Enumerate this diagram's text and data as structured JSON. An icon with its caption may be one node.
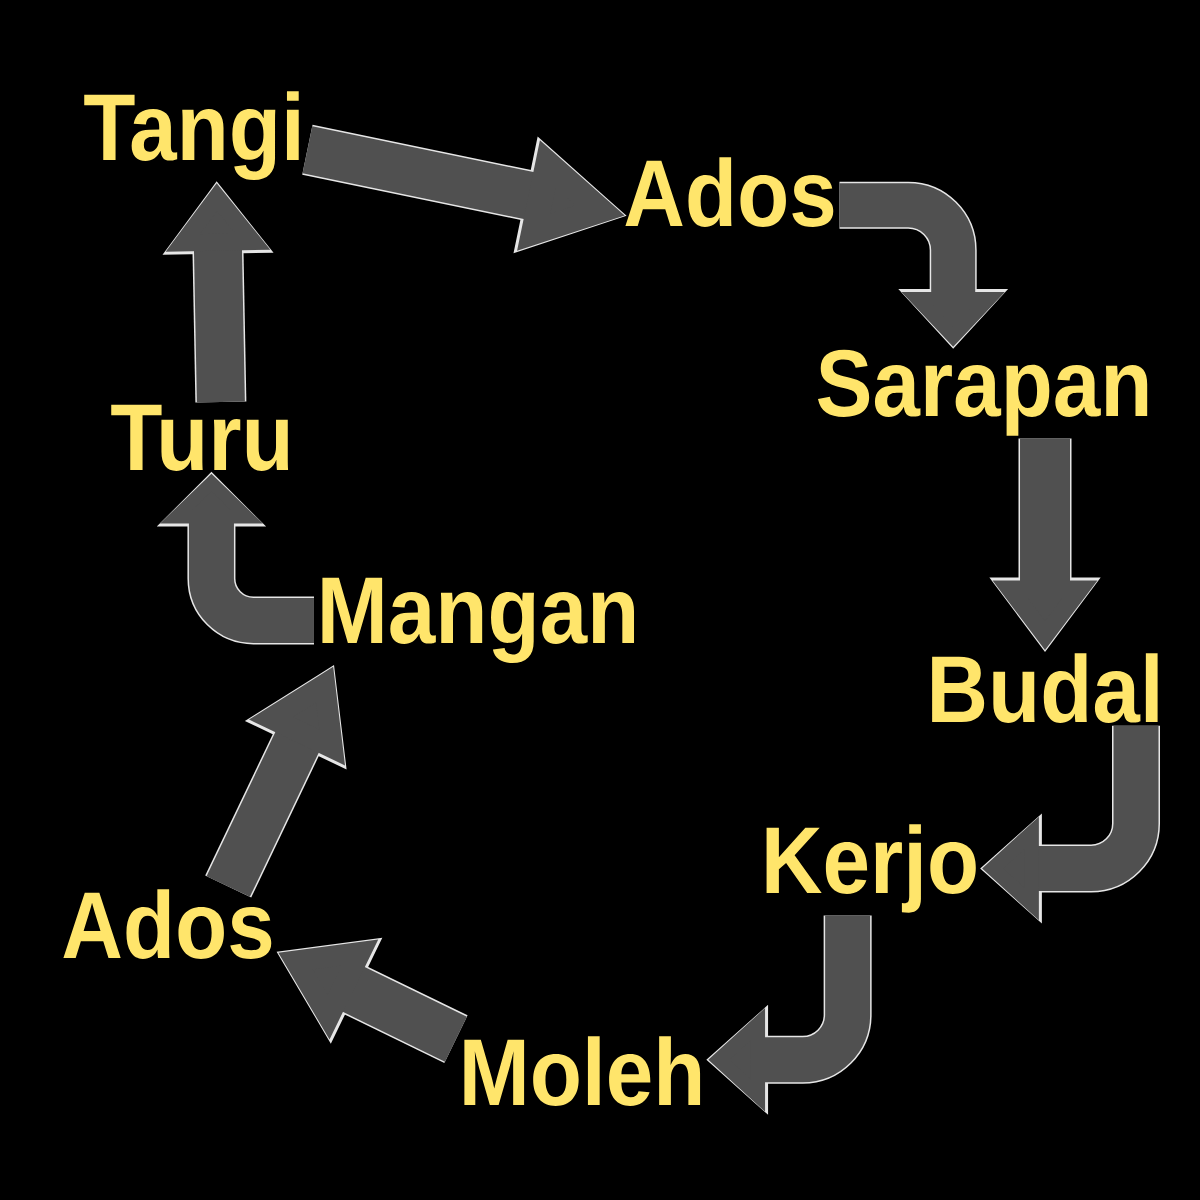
{
  "diagram": {
    "nodes": [
      {
        "text": [
          "Tangi"
        ]
      },
      {
        "text": [
          "Ados"
        ]
      },
      {
        "text": [
          "Sarapan"
        ]
      },
      {
        "text": [
          "Budal"
        ]
      },
      {
        "text": [
          "Kerjo"
        ]
      },
      {
        "text": [
          "Moleh"
        ]
      },
      {
        "text": [
          "Ados"
        ]
      },
      {
        "text": [
          "Mangan"
        ]
      },
      {
        "text": [
          "Turu"
        ]
      }
    ],
    "edges": [
      {
        "from": 0,
        "to": 1,
        "arrow": "to"
      },
      {
        "from": 1,
        "to": 2,
        "arrow": "to"
      },
      {
        "from": 2,
        "to": 3,
        "arrow": "to"
      },
      {
        "from": 3,
        "to": 4,
        "arrow": "to"
      },
      {
        "from": 4,
        "to": 5,
        "arrow": "to"
      },
      {
        "from": 5,
        "to": 6,
        "arrow": "to"
      },
      {
        "from": 6,
        "to": 7,
        "arrow": "to"
      },
      {
        "from": 7,
        "to": 8,
        "arrow": "to"
      },
      {
        "from": 8,
        "to": 0,
        "arrow": "to"
      }
    ]
  }
}
